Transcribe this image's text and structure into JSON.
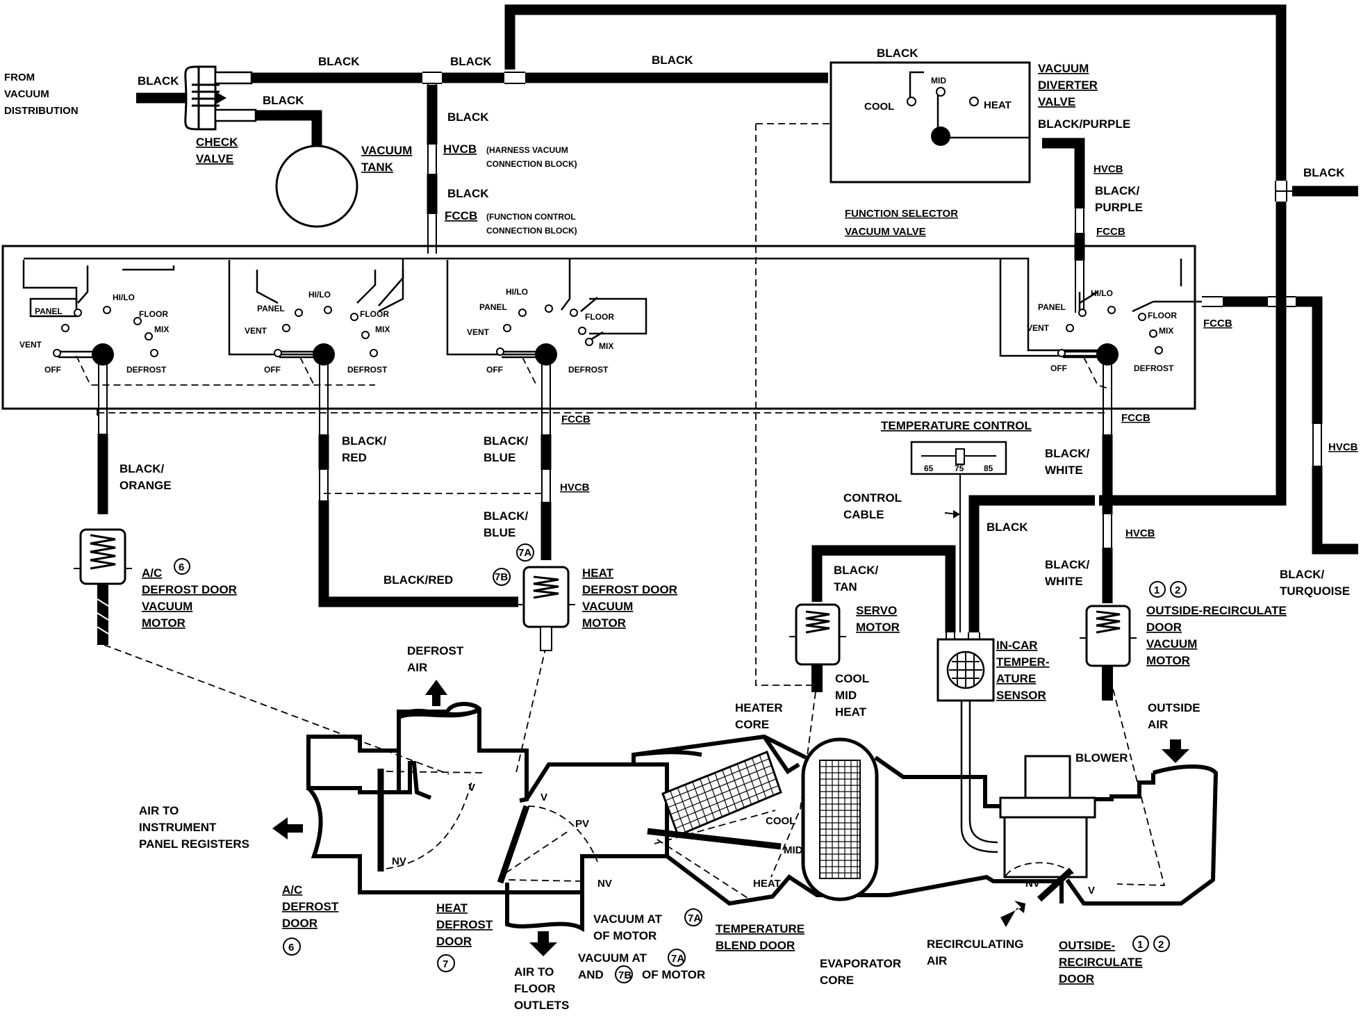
{
  "top": {
    "from_vacuum": [
      "FROM",
      "VACUUM",
      "DISTRIBUTION"
    ],
    "black_inlet": "BLACK",
    "check_valve": [
      "CHECK",
      "VALVE"
    ],
    "black_top_1": "BLACK",
    "black_tank": "BLACK",
    "vacuum_tank": [
      "VACUUM",
      "TANK"
    ],
    "black_top_2": "BLACK",
    "black_top_3": "BLACK",
    "black_diverter": "BLACK",
    "black_riser_1": "BLACK",
    "hvcb_1": "HVCB",
    "hvcb_desc": [
      "(HARNESS VACUUM",
      "CONNECTION BLOCK)"
    ],
    "black_riser_2": "BLACK",
    "fccb_1": "FCCB",
    "fccb_desc": [
      "(FUNCTION CONTROL",
      "CONNECTION BLOCK)"
    ]
  },
  "diverter": {
    "title": [
      "VACUUM",
      "DIVERTER",
      "VALVE"
    ],
    "cool": "COOL",
    "mid": "MID",
    "heat": "HEAT",
    "outlet": "BLACK/PURPLE",
    "hvcb": "HVCB",
    "hose": [
      "BLACK/",
      "PURPLE"
    ],
    "fccb": "FCCB"
  },
  "selector": {
    "title": [
      "FUNCTION SELECTOR",
      "VACUUM VALVE"
    ],
    "dials": [
      {
        "panel": "PANEL",
        "hilo": "HI/LO",
        "floor": "FLOOR",
        "mix": "MIX",
        "vent": "VENT",
        "off": "OFF",
        "defrost": "DEFROST"
      },
      {
        "panel": "PANEL",
        "hilo": "HI/LO",
        "floor": "FLOOR",
        "mix": "MIX",
        "vent": "VENT",
        "off": "OFF",
        "defrost": "DEFROST"
      },
      {
        "panel": "PANEL",
        "hilo": "HI/LO",
        "floor": "FLOOR",
        "mix": "MIX",
        "vent": "VENT",
        "off": "OFF",
        "defrost": "DEFROST"
      },
      {
        "panel": "PANEL",
        "hilo": "HI/LO",
        "floor": "FLOOR",
        "mix": "MIX",
        "vent": "VENT",
        "off": "OFF",
        "defrost": "DEFROST"
      }
    ],
    "fccb_right": "FCCB",
    "fccb_c3": "FCCB",
    "fccb_c4": "FCCB"
  },
  "right_side": {
    "black_right": "BLACK",
    "hvcb_right": "HVCB",
    "black_turquoise": [
      "BLACK/",
      "TURQUOISE"
    ]
  },
  "hoses": {
    "c1": [
      "BLACK/",
      "ORANGE"
    ],
    "c2": [
      "BLACK/",
      "RED"
    ],
    "c3_top": [
      "BLACK/",
      "BLUE"
    ],
    "hvcb_c3": "HVCB",
    "c3_bottom": [
      "BLACK/",
      "BLUE"
    ],
    "black_red": "BLACK/RED",
    "black_tan": [
      "BLACK/",
      "TAN"
    ],
    "black_sensor": "BLACK",
    "c4_top": [
      "BLACK/",
      "WHITE"
    ],
    "hvcb_c4": "HVCB",
    "c4_bottom": [
      "BLACK/",
      "WHITE"
    ]
  },
  "motors": {
    "ac_defrost": {
      "title_1": "A/C",
      "num": "6",
      "lines": [
        "DEFROST DOOR",
        "VACUUM",
        "MOTOR"
      ]
    },
    "heat_defrost": {
      "lines": [
        "HEAT",
        "DEFROST DOOR",
        "VACUUM",
        "MOTOR"
      ],
      "port_a": "7A",
      "port_b": "7B"
    },
    "servo": {
      "lines": [
        "SERVO",
        "MOTOR"
      ],
      "positions": [
        "COOL",
        "MID",
        "HEAT"
      ]
    },
    "outside_recirc": {
      "num_1": "1",
      "num_2": "2",
      "lines": [
        "OUTSIDE-RECIRCULATE",
        "DOOR",
        "VACUUM",
        "MOTOR"
      ]
    }
  },
  "temp_control": {
    "title": "TEMPERATURE CONTROL",
    "ticks": [
      "65",
      "75",
      "85"
    ],
    "cable": [
      "CONTROL",
      "CABLE"
    ],
    "sensor": [
      "IN-CAR",
      "TEMPER-",
      "ATURE",
      "SENSOR"
    ]
  },
  "airbox": {
    "defrost_air": [
      "DEFROST",
      "AIR"
    ],
    "air_to_panel": [
      "AIR TO",
      "INSTRUMENT",
      "PANEL REGISTERS"
    ],
    "ac_defrost_door": [
      "A/C",
      "DEFROST",
      "DOOR"
    ],
    "ac_door_num": "6",
    "heat_defrost_door": [
      "HEAT",
      "DEFROST",
      "DOOR"
    ],
    "heat_door_num": "7",
    "v": "V",
    "nv": "NV",
    "pv": "PV",
    "vacuum_at_7a": [
      "VACUUM AT",
      "OF MOTOR"
    ],
    "vacuum_at_both": [
      "VACUUM AT",
      "AND",
      "OF MOTOR"
    ],
    "num_7a": "7A",
    "num_7b": "7B",
    "air_to_floor": [
      "AIR TO",
      "FLOOR",
      "OUTLETS"
    ],
    "heater_core": [
      "HEATER",
      "CORE"
    ],
    "cool": "COOL",
    "mid": "MID",
    "heat": "HEAT",
    "blend_door": [
      "TEMPERATURE",
      "BLEND DOOR"
    ],
    "evaporator": [
      "EVAPORATOR",
      "CORE"
    ],
    "recirc_air": [
      "RECIRCULATING",
      "AIR"
    ],
    "blower": "BLOWER",
    "outside_air": [
      "OUTSIDE",
      "AIR"
    ],
    "recirc_door": [
      "OUTSIDE-",
      "RECIRCULATE",
      "DOOR"
    ],
    "door_num_1": "1",
    "door_num_2": "2",
    "nv_recirc": "NV",
    "v_recirc": "V"
  }
}
